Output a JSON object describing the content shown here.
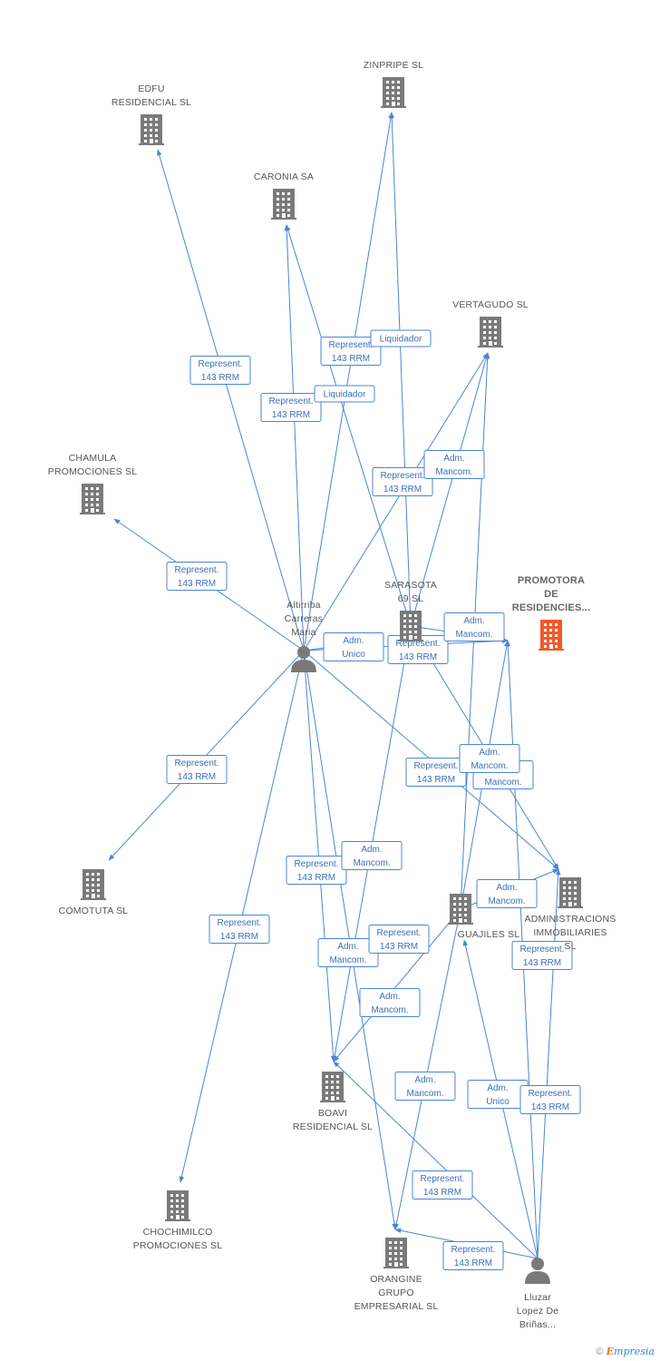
{
  "colors": {
    "edge": "#4a86d4",
    "label_text": "#3c6fb8",
    "company_icon": "#7a7a7a",
    "focus_icon": "#f05a2a",
    "person_icon": "#7a7a7a"
  },
  "nodes": [
    {
      "id": "edfu",
      "type": "company",
      "lines": [
        "EDFU",
        "RESIDENCIAL SL"
      ]
    },
    {
      "id": "zinpripe",
      "type": "company",
      "lines": [
        "ZINPRIPE SL"
      ]
    },
    {
      "id": "caronia",
      "type": "company",
      "lines": [
        "CARONIA SA"
      ]
    },
    {
      "id": "vertagudo",
      "type": "company",
      "lines": [
        "VERTAGUDO SL"
      ]
    },
    {
      "id": "chamula",
      "type": "company",
      "lines": [
        "CHAMULA",
        "PROMOCIONES SL"
      ]
    },
    {
      "id": "altirriba",
      "type": "person",
      "lines": [
        "Altirriba",
        "Carreras",
        "Maria"
      ]
    },
    {
      "id": "sarasota",
      "type": "company",
      "lines": [
        "SARASOTA",
        "69 SL"
      ]
    },
    {
      "id": "promotora",
      "type": "focus",
      "lines": [
        "PROMOTORA",
        "DE",
        "RESIDENCIES..."
      ]
    },
    {
      "id": "comotuta",
      "type": "company",
      "lines": [
        "COMOTUTA SL"
      ]
    },
    {
      "id": "guajiles",
      "type": "company",
      "lines": [
        "GUAJILES SL"
      ]
    },
    {
      "id": "administracions",
      "type": "company",
      "lines": [
        "ADMINISTRACIONS",
        "IMMOBILIARIES",
        "SL"
      ]
    },
    {
      "id": "boavi",
      "type": "company",
      "lines": [
        "BOAVI",
        "RESIDENCIAL SL"
      ]
    },
    {
      "id": "chochimilco",
      "type": "company",
      "lines": [
        "CHOCHIMILCO",
        "PROMOCIONES SL"
      ]
    },
    {
      "id": "orangine",
      "type": "company",
      "lines": [
        "ORANGINE",
        "GRUPO",
        "EMPRESARIAL SL"
      ]
    },
    {
      "id": "lluzar",
      "type": "person",
      "lines": [
        "Lluzar",
        "Lopez De",
        "Briñas..."
      ]
    }
  ],
  "edges": [
    {
      "from": "altirriba",
      "to": "edfu",
      "lines": [
        "Represent.",
        "143 RRM"
      ]
    },
    {
      "from": "altirriba",
      "to": "caronia",
      "lines": [
        "Represent.",
        "143 RRM"
      ]
    },
    {
      "from": "altirriba",
      "to": "zinpripe",
      "lines": [
        "Represent.",
        "143 RRM"
      ]
    },
    {
      "from": "sarasota",
      "to": "zinpripe",
      "lines": [
        "Liquidador"
      ]
    },
    {
      "from": "sarasota",
      "to": "caronia",
      "lines": [
        "Liquidador"
      ]
    },
    {
      "from": "altirriba",
      "to": "vertagudo",
      "lines": [
        "Represent.",
        "143 RRM"
      ]
    },
    {
      "from": "sarasota",
      "to": "vertagudo",
      "lines": [
        "Adm.",
        "Mancom."
      ]
    },
    {
      "from": "altirriba",
      "to": "chamula",
      "lines": [
        "Represent.",
        "143 RRM"
      ]
    },
    {
      "from": "altirriba",
      "to": "sarasota",
      "lines": [
        "Adm.",
        "Unico"
      ]
    },
    {
      "from": "altirriba",
      "to": "promotora",
      "lines": [
        "Represent.",
        "143 RRM"
      ]
    },
    {
      "from": "sarasota",
      "to": "promotora",
      "lines": [
        "Adm.",
        "Mancom."
      ]
    },
    {
      "from": "altirriba",
      "to": "comotuta",
      "lines": [
        "Represent.",
        "143 RRM"
      ]
    },
    {
      "from": "altirriba",
      "to": "administracions",
      "lines": [
        "Represent.",
        "143 RRM"
      ]
    },
    {
      "from": "sarasota",
      "to": "administracions",
      "lines": [
        "Adm.",
        "Mancom."
      ]
    },
    {
      "from": "guajiles",
      "to": "promotora",
      "lines": [
        "Adm.",
        "Mancom."
      ]
    },
    {
      "from": "altirriba",
      "to": "boavi",
      "lines": [
        "Represent.",
        "143 RRM"
      ]
    },
    {
      "from": "sarasota",
      "to": "boavi",
      "lines": [
        "Adm.",
        "Mancom."
      ]
    },
    {
      "from": "guajiles",
      "to": "vertagudo",
      "lines": [
        "Adm.",
        "Mancom."
      ]
    },
    {
      "from": "altirriba",
      "to": "orangine",
      "lines": [
        "Represent.",
        "143 RRM"
      ]
    },
    {
      "from": "guajiles",
      "to": "boavi",
      "lines": [
        "Adm.",
        "Mancom."
      ]
    },
    {
      "from": "altirriba",
      "to": "chochimilco",
      "lines": [
        "Represent.",
        "143 RRM"
      ]
    },
    {
      "from": "guajiles",
      "to": "orangine",
      "lines": [
        "Adm.",
        "Mancom."
      ]
    },
    {
      "from": "guajiles",
      "to": "administracions",
      "lines": [
        "Adm.",
        "Mancom."
      ]
    },
    {
      "from": "lluzar",
      "to": "administracions",
      "lines": [
        "Represent.",
        "143 RRM"
      ]
    },
    {
      "from": "lluzar",
      "to": "guajiles",
      "lines": [
        "Adm.",
        "Unico"
      ]
    },
    {
      "from": "lluzar",
      "to": "promotora",
      "lines": [
        "Represent.",
        "143 RRM"
      ]
    },
    {
      "from": "lluzar",
      "to": "boavi",
      "lines": [
        "Represent.",
        "143 RRM"
      ]
    },
    {
      "from": "lluzar",
      "to": "orangine",
      "lines": [
        "Represent.",
        "143 RRM"
      ]
    }
  ],
  "credit": {
    "symbol": "©",
    "brand_first": "E",
    "brand_rest": "mpresia"
  }
}
